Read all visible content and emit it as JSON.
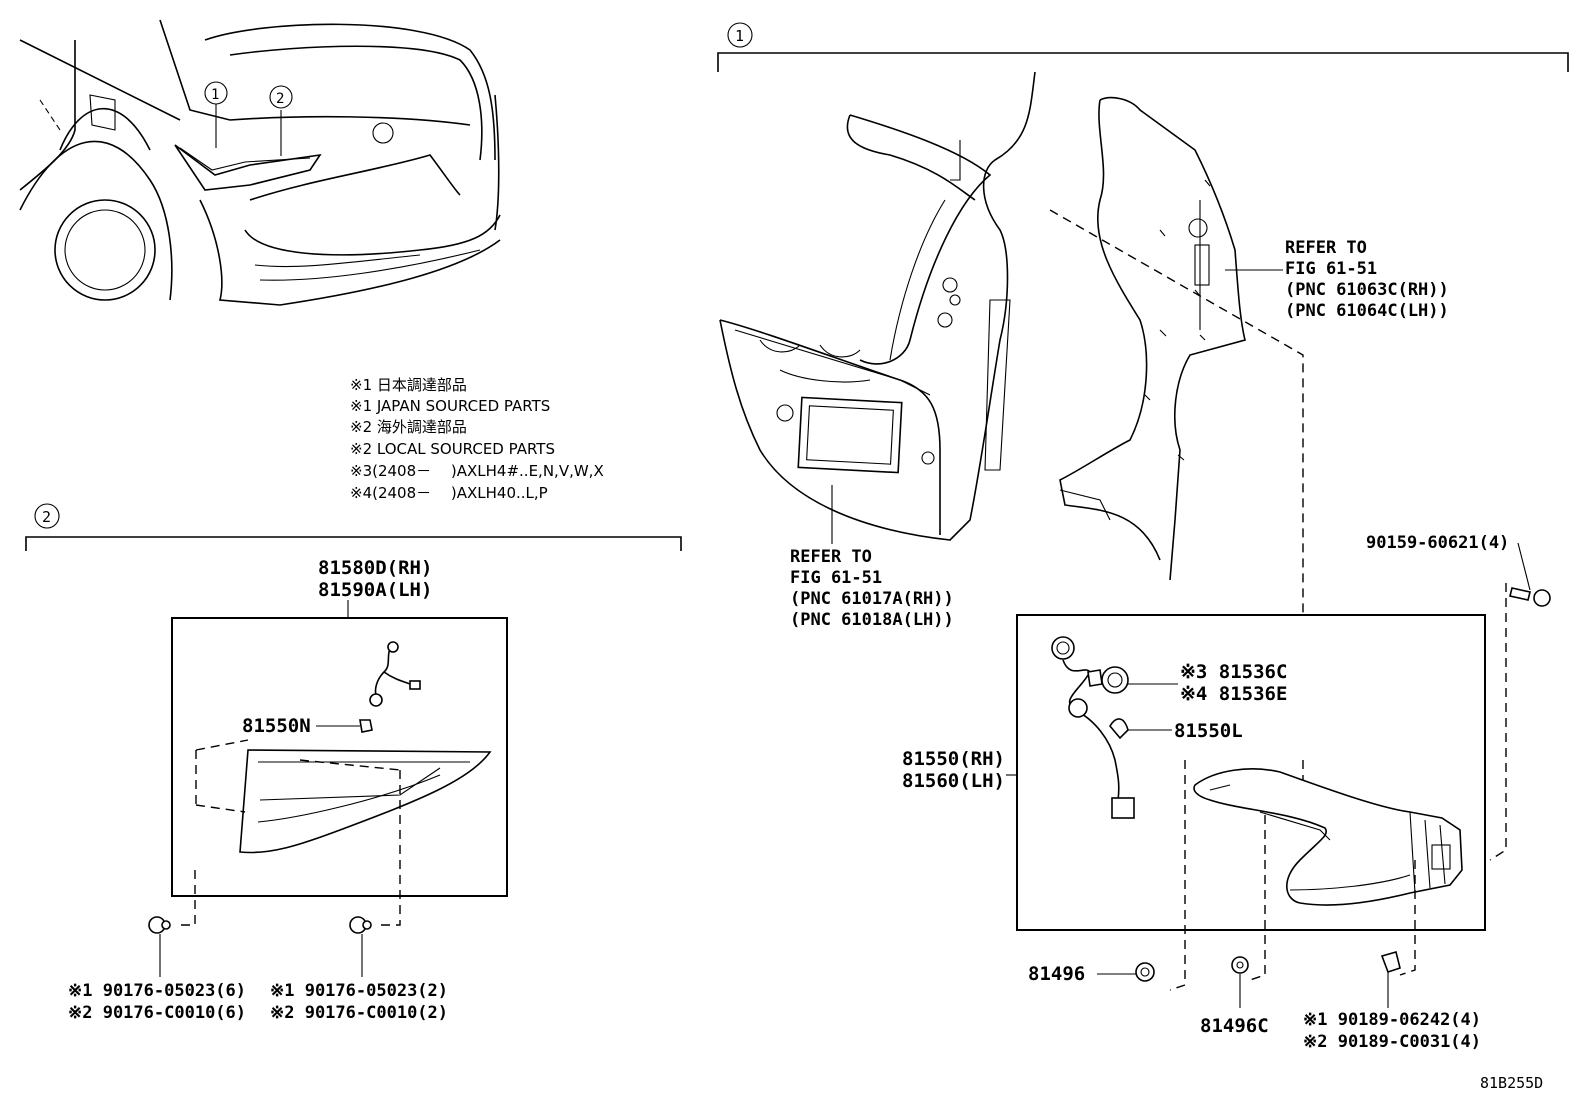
{
  "callouts": {
    "c1": "1",
    "c2": "2"
  },
  "notes": {
    "n1": "※1 日本調達部品",
    "n2": "※1 JAPAN SOURCED PARTS",
    "n3": "※2 海外調達部品",
    "n4": "※2 LOCAL SOURCED PARTS",
    "n5": "※3(2408－　 )AXLH4#..E,N,V,W,X",
    "n6": "※4(2408－　 )AXLH40..L,P"
  },
  "group2": {
    "assy_rh": "81580D(RH)",
    "assy_lh": "81590A(LH)",
    "bulb": "81550N",
    "screw_a1": "※1 90176-05023(6)",
    "screw_a2": "※2 90176-C0010(6)",
    "screw_b1": "※1 90176-05023(2)",
    "screw_b2": "※2 90176-C0010(2)"
  },
  "group1": {
    "ref_a": [
      "REFER TO",
      "FIG 61-51",
      "(PNC 61063C(RH))",
      "(PNC 61064C(LH))"
    ],
    "ref_b": [
      "REFER TO",
      "FIG 61-51",
      "(PNC 61017A(RH))",
      "(PNC 61018A(LH))"
    ],
    "bolt": "90159-60621(4)",
    "socket_3": "※3 81536C",
    "socket_4": "※4 81536E",
    "bulb": "81550L",
    "assy_rh": "81550(RH)",
    "assy_lh": "81560(LH)",
    "grommet": "81496",
    "cushion": "81496C",
    "clip_1": "※1 90189-06242(4)",
    "clip_2": "※2 90189-C0031(4)"
  },
  "figure_code": "81B255D"
}
